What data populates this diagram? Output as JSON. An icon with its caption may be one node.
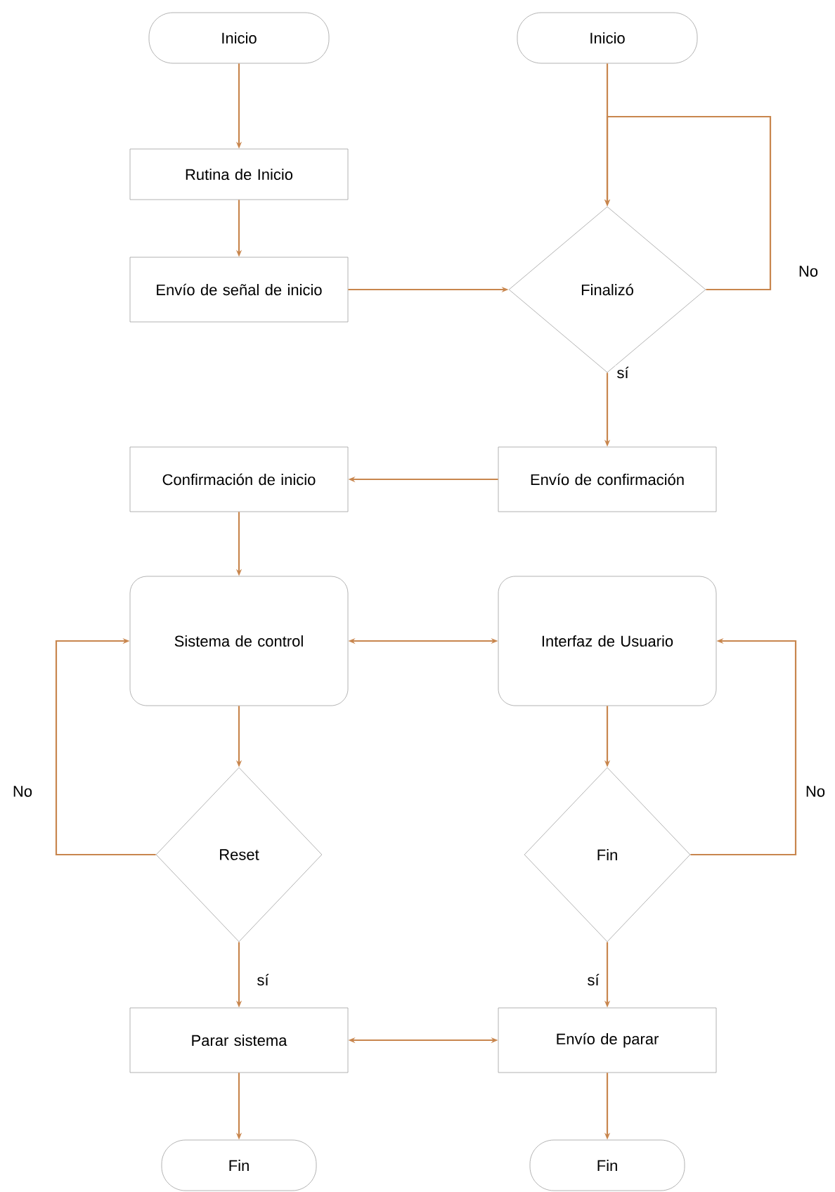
{
  "diagram": {
    "nodes": [
      {
        "text": [
          "Inicio"
        ]
      },
      {
        "text": [
          "Inicio"
        ]
      },
      {
        "text": [
          "Rutina de Inicio"
        ]
      },
      {
        "text": [
          "Envío de señal de inicio"
        ]
      },
      {
        "text": [
          "Finalizó"
        ]
      },
      {
        "text": [
          "Confirmación de inicio"
        ]
      },
      {
        "text": [
          "Envío de confirmación"
        ]
      },
      {
        "text": [
          "Sistema de control"
        ]
      },
      {
        "text": [
          "Interfaz de Usuario"
        ]
      },
      {
        "text": [
          "Reset"
        ]
      },
      {
        "text": [
          "Fin"
        ]
      },
      {
        "text": [
          "Parar sistema"
        ]
      },
      {
        "text": [
          "Envío de parar"
        ]
      },
      {
        "text": [
          "Fin"
        ]
      },
      {
        "text": [
          "Fin"
        ]
      }
    ],
    "edges": [
      {
        "from": 0,
        "to": 2,
        "arrow": "to"
      },
      {
        "from": 2,
        "to": 3,
        "arrow": "to"
      },
      {
        "from": 3,
        "to": 4,
        "arrow": "to"
      },
      {
        "from": 1,
        "to": 4,
        "arrow": "to"
      },
      {
        "from": 4,
        "to": 4,
        "arrow": "to",
        "label": "No"
      },
      {
        "from": 4,
        "to": 6,
        "arrow": "to",
        "label": "sí"
      },
      {
        "from": 6,
        "to": 5,
        "arrow": "to"
      },
      {
        "from": 5,
        "to": 7,
        "arrow": "to"
      },
      {
        "from": 7,
        "to": 8,
        "arrow": "both"
      },
      {
        "from": 7,
        "to": 9,
        "arrow": "to"
      },
      {
        "from": 9,
        "to": 7,
        "arrow": "to",
        "label": "No"
      },
      {
        "from": 8,
        "to": 10,
        "arrow": "to"
      },
      {
        "from": 10,
        "to": 8,
        "arrow": "to",
        "label": "No"
      },
      {
        "from": 9,
        "to": 11,
        "arrow": "to",
        "label": "sí"
      },
      {
        "from": 10,
        "to": 12,
        "arrow": "to",
        "label": "sí"
      },
      {
        "from": 11,
        "to": 12,
        "arrow": "both"
      },
      {
        "from": 11,
        "to": 13,
        "arrow": "to"
      },
      {
        "from": 12,
        "to": 14,
        "arrow": "to"
      }
    ]
  }
}
